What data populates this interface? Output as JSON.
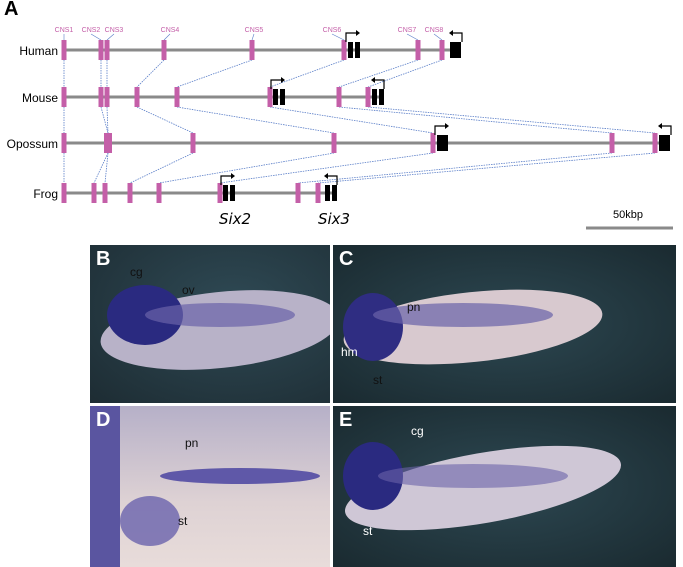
{
  "panel_a": {
    "letter": "A",
    "species": [
      "Human",
      "Mouse",
      "Opossum",
      "Frog"
    ],
    "cns_labels": [
      "CNS1",
      "CNS2",
      "CNS3",
      "CNS4",
      "CNS5",
      "CNS6",
      "CNS7",
      "CNS8"
    ],
    "genes": [
      "Six2",
      "Six3"
    ],
    "scale_bar": "50kbp",
    "colors": {
      "cns": "#c45fa8",
      "gene": "#000000",
      "line": "#8a8a8a",
      "link": "#5a7ec8"
    }
  },
  "panel_b": {
    "letter": "B",
    "labels": [
      "cg",
      "ov"
    ]
  },
  "panel_c": {
    "letter": "C",
    "labels": [
      "pn",
      "hm",
      "st"
    ]
  },
  "panel_d": {
    "letter": "D",
    "labels": [
      "pn",
      "st"
    ]
  },
  "panel_e": {
    "letter": "E",
    "labels": [
      "cg",
      "st"
    ]
  }
}
